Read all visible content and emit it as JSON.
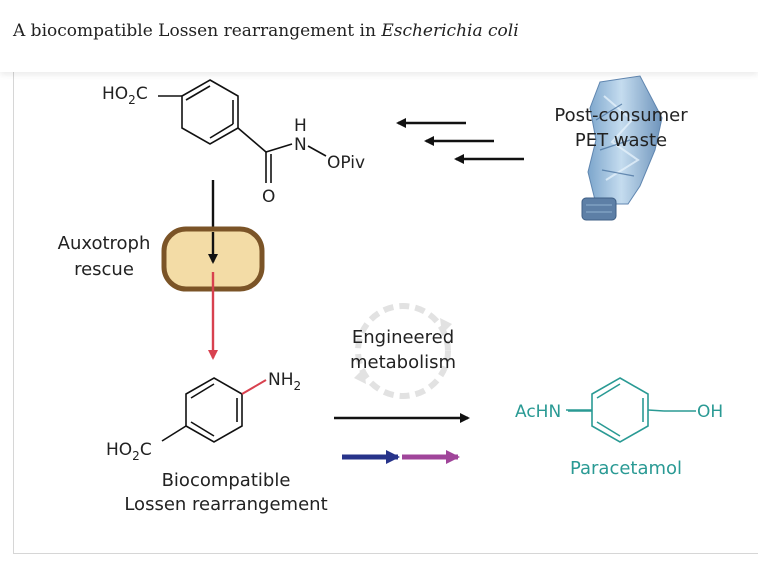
{
  "header": {
    "title_prefix": "A biocompatible Lossen rearrangement in ",
    "title_species": "Escherichia coli"
  },
  "labels": {
    "auxotroph_line1": "Auxotroph",
    "auxotroph_line2": "rescue",
    "pet_line1": "Post-consumer",
    "pet_line2": "PET waste",
    "engineered_line1": "Engineered",
    "engineered_line2": "metabolism",
    "lossen_line1": "Biocompatible",
    "lossen_line2": "Lossen rearrangement",
    "product_name": "Paracetamol"
  },
  "chemistry": {
    "top_ho2c": "HO",
    "top_ho2c_sub": "2",
    "top_ho2c_tail": "C",
    "h_atom": "H",
    "n_atom": "N",
    "opiv": "OPiv",
    "o_atom": "O",
    "nh2": "NH",
    "nh2_sub": "2",
    "bottom_ho2c": "HO",
    "bottom_ho2c_sub": "2",
    "bottom_ho2c_tail": "C",
    "achn": "AcHN",
    "oh": "OH"
  },
  "colors": {
    "text": "#222222",
    "teal": "#2a9a94",
    "red_arrow": "#d8414f",
    "navy_arrow": "#27338a",
    "purple_arrow": "#a0459a",
    "cell_fill": "#f3dca6",
    "cell_border": "#7b5427"
  }
}
